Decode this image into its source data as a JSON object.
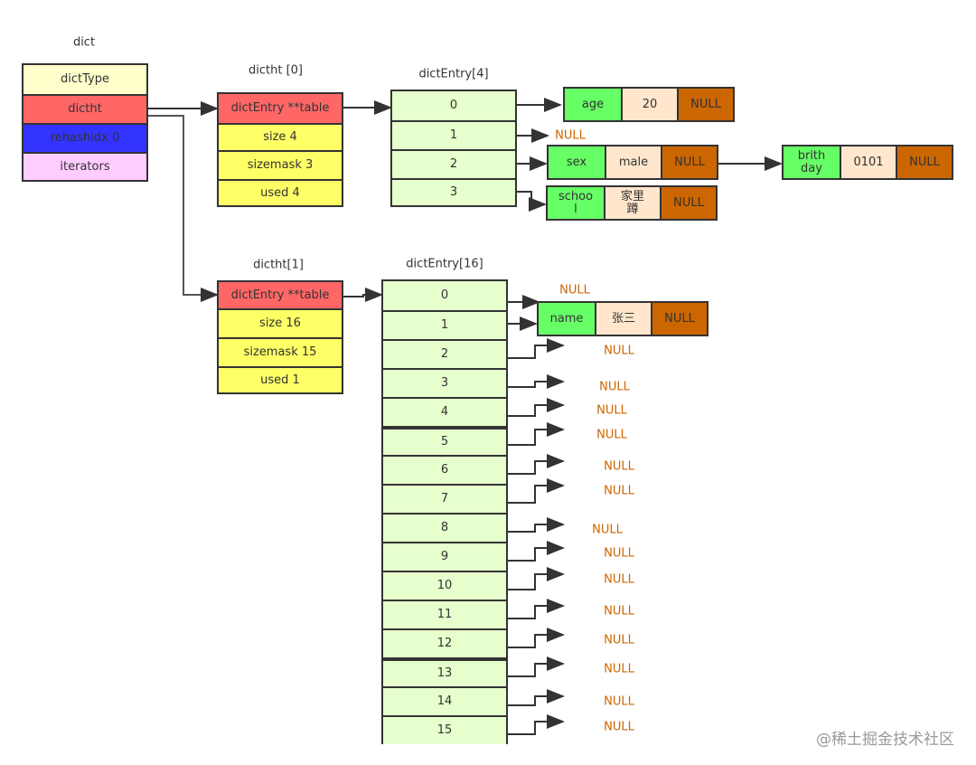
{
  "dict": {
    "title": "dict",
    "fields": [
      "dictType",
      "dictht",
      "rehashidx  0",
      "iterators"
    ],
    "colors": [
      "#ffffcc",
      "#ff6666",
      "#3333ff",
      "#ffccff"
    ]
  },
  "ht0": {
    "title": "dictht [0]",
    "fields": [
      "dictEntry **table",
      "size  4",
      "sizemask  3",
      "used  4"
    ]
  },
  "ht1": {
    "title": "dictht[1]",
    "fields": [
      "dictEntry **table",
      "size 16",
      "sizemask  15",
      "used  1"
    ]
  },
  "entries0": {
    "title": "dictEntry[4]",
    "indices": [
      "0",
      "1",
      "2",
      "3"
    ]
  },
  "entries1": {
    "title": "dictEntry[16]",
    "indices": [
      "0",
      "1",
      "2",
      "3",
      "4",
      "5",
      "6",
      "7",
      "8",
      "9",
      "10",
      "11",
      "12",
      "13",
      "14",
      "15"
    ]
  },
  "nodes": {
    "age": [
      "age",
      "20",
      "NULL"
    ],
    "null1": "NULL",
    "sex": [
      "sex",
      "male",
      "NULL"
    ],
    "birthday": [
      "brith\nday",
      "0101",
      "NULL"
    ],
    "school": [
      "schoo\nl",
      "家里\n蹲",
      "NULL"
    ],
    "name": [
      "name",
      "张三",
      "NULL"
    ]
  },
  "nulls16": [
    "NULL",
    "",
    "NULL",
    "NULL",
    "NULL",
    "NULL",
    "NULL",
    "NULL",
    "NULL",
    "NULL",
    "NULL",
    "NULL",
    "NULL",
    "NULL",
    "NULL",
    "NULL"
  ],
  "colors": {
    "key": "#66ff66",
    "value": "#ffe6cc",
    "next": "#cc6600",
    "entry": "#e6ffcc",
    "table": "#ff6666",
    "field": "#ffff66",
    "null_text": "#cc6600"
  },
  "watermark": "@稀土掘金技术社区"
}
